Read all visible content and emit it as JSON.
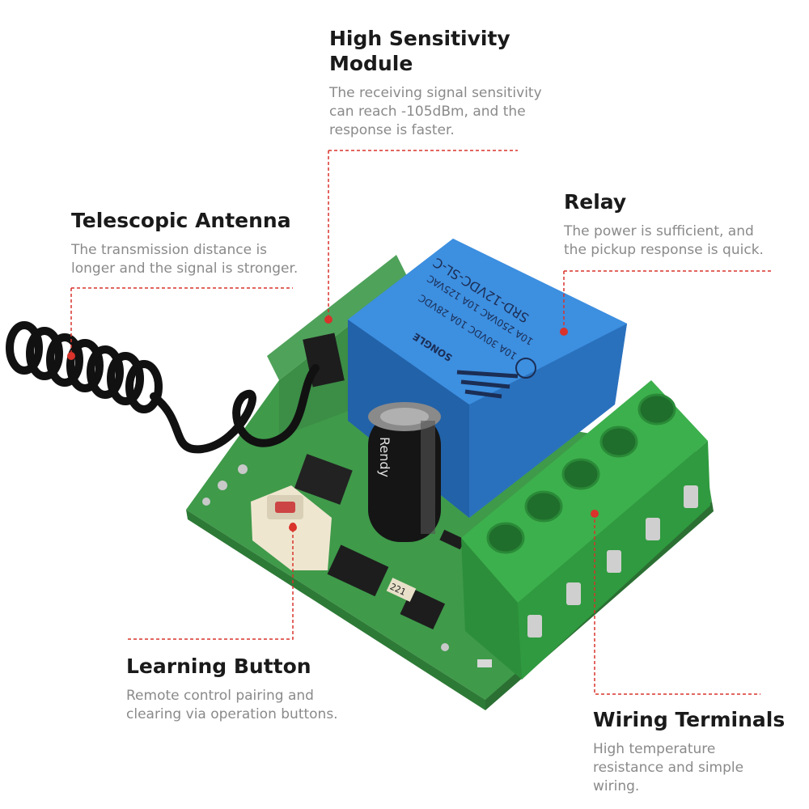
{
  "annotations": {
    "sensitivity": {
      "title_lines": [
        "High Sensitivity",
        "Module"
      ],
      "desc_lines": [
        "The receiving signal sensitivity",
        "can reach -105dBm, and the",
        "response is faster."
      ]
    },
    "antenna": {
      "title_lines": [
        "Telescopic Antenna"
      ],
      "desc_lines": [
        "The transmission distance is",
        "longer and the signal is stronger."
      ]
    },
    "relay": {
      "title_lines": [
        "Relay"
      ],
      "desc_lines": [
        "The power is sufficient,  and",
        "the pickup response is quick."
      ]
    },
    "learning": {
      "title_lines": [
        "Learning Button"
      ],
      "desc_lines": [
        "Remote control pairing and",
        "clearing via operation buttons."
      ]
    },
    "terminals": {
      "title_lines": [
        "Wiring Terminals"
      ],
      "desc_lines": [
        "High temperature",
        "resistance and simple",
        "wiring."
      ]
    }
  },
  "relay_markings": {
    "model": "SRD-12VDC-SL-C",
    "rating_1": "10A 250VAC  10A 125VAC",
    "rating_2": "10A 30VDC  10A 28VDC",
    "brand": "SONGLE"
  },
  "capacitor_marking": "Rendy",
  "resistor_marking": "221",
  "colors": {
    "pcb": "#3f9a4a",
    "relay": "#2f7fd0",
    "terminal": "#35a045",
    "leader_line": "#d9332b",
    "title_text": "#1a1a1a",
    "desc_text": "#8a8a8a"
  }
}
